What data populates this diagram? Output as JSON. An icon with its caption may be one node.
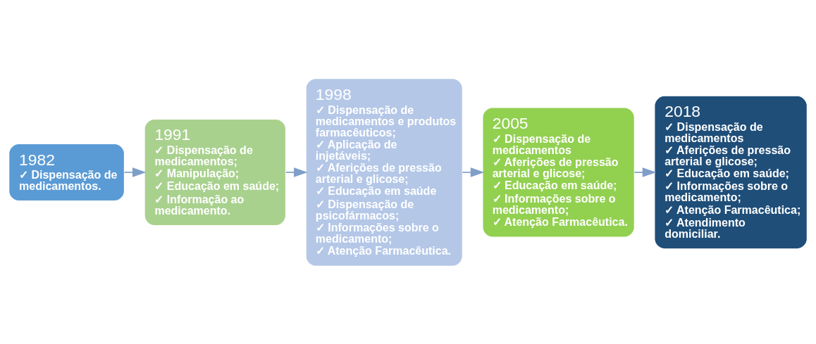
{
  "diagram": {
    "nodes": [
      {
        "text": [
          "1982",
          "✓ Dispensação de medicamentos."
        ]
      },
      {
        "text": [
          "1991",
          "✓ Dispensação de medicamentos;",
          "✓ Manipulação;",
          "✓ Educação em saúde;",
          "✓ Informação ao medicamento."
        ]
      },
      {
        "text": [
          "1998",
          "✓ Dispensação de medicamentos e produtos farmacêuticos;",
          "✓ Aplicação de injetáveis;",
          "✓ Aferições de pressão arterial e glicose;",
          "✓ Educação em saúde",
          "✓ Dispensação de psicofármacos;",
          "✓ Informações sobre o medicamento;",
          "✓ Atenção Farmacêutica."
        ]
      },
      {
        "text": [
          "2005",
          "✓ Dispensação de medicamentos",
          "✓ Aferições de pressão arterial e glicose;",
          "✓ Educação em saúde;",
          "✓ Informações sobre o medicamento;",
          "✓ Atenção Farmacêutica."
        ]
      },
      {
        "text": [
          "2018",
          "✓ Dispensação de medicamentos",
          "✓ Aferições de pressão arterial e glicose;",
          "✓ Educação em saúde;",
          "✓ Informações sobre o medicamento;",
          "✓ Atenção Farmacêutica;",
          "✓ Atendimento domiciliar."
        ]
      }
    ],
    "edges": [
      {
        "from": 0,
        "to": 1,
        "arrow": "to"
      },
      {
        "from": 1,
        "to": 2,
        "arrow": "to"
      },
      {
        "from": 2,
        "to": 3,
        "arrow": "to"
      },
      {
        "from": 3,
        "to": 4,
        "arrow": "to"
      }
    ]
  }
}
